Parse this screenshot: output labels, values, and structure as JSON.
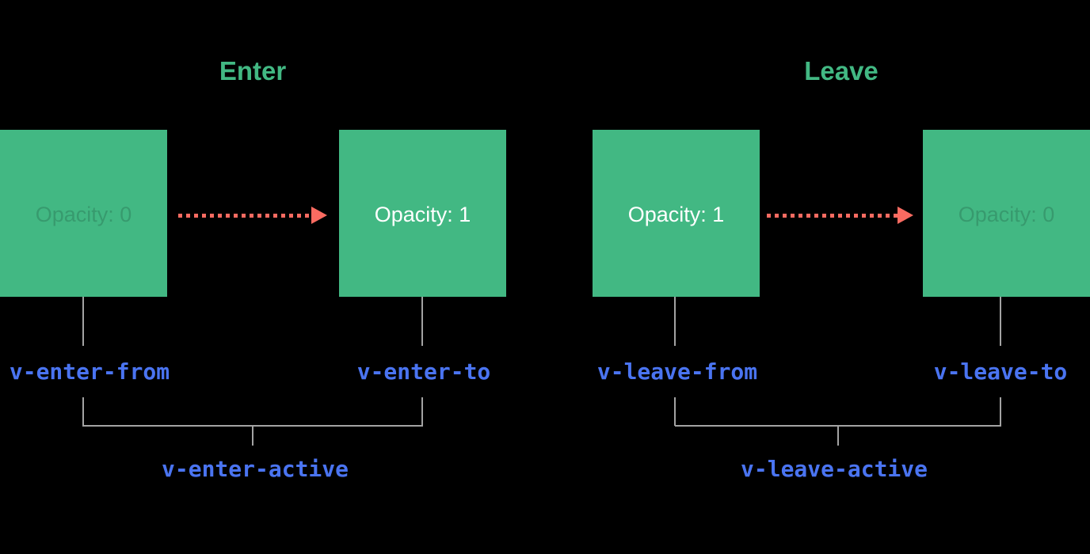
{
  "colors": {
    "bg": "#000000",
    "green": "#42b883",
    "red": "#fa6b61",
    "blue": "#4a74f1",
    "gray": "#a3a3a3",
    "white": "#ffffff"
  },
  "enter": {
    "title": "Enter",
    "from_box": "Opacity: 0",
    "to_box": "Opacity: 1",
    "from_label": "v-enter-from",
    "to_label": "v-enter-to",
    "active_label": "v-enter-active"
  },
  "leave": {
    "title": "Leave",
    "from_box": "Opacity: 1",
    "to_box": "Opacity: 0",
    "from_label": "v-leave-from",
    "to_label": "v-leave-to",
    "active_label": "v-leave-active"
  }
}
